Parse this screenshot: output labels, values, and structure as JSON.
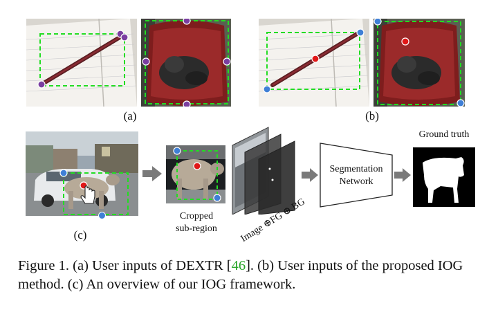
{
  "labels": {
    "a": "(a)",
    "b": "(b)",
    "c": "(c)"
  },
  "pipeline": {
    "crop_label_1": "Cropped",
    "crop_label_2": "sub-region",
    "stack_label": "Image ⊕FG ⊕ BG",
    "network_label_1": "Segmentation",
    "network_label_2": "Network",
    "ground_truth_label": "Ground truth"
  },
  "caption": {
    "part1": "Figure 1. (a) User inputs of DEXTR [",
    "cite": "46",
    "part2": "].  (b) User inputs of the proposed IOG method. (c) An overview of our IOG framework."
  },
  "colors": {
    "box_green": "#22dd22",
    "extreme_point_purple": "#7a3ea0",
    "corner_point_blue": "#3f7fd6",
    "interior_point_red": "#e01818"
  }
}
